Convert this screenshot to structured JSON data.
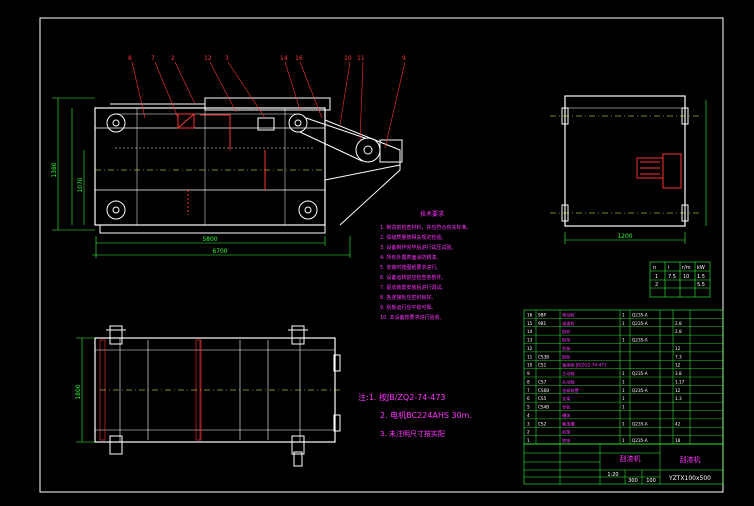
{
  "colors": {
    "background": "#000000",
    "frame": "#ffffff",
    "outline": "#ffffff",
    "dimension": "#33ff33",
    "centerline": "#ffff33",
    "leader": "#ff3333",
    "notes": "#ff33ff",
    "motor": "#ff3333",
    "table_grid": "#33ff33"
  },
  "balloons": [
    "8",
    "7",
    "2",
    "12",
    "3",
    "14",
    "16",
    "10",
    "11",
    "9"
  ],
  "front_view_dims": {
    "height_total": "1380",
    "height_inner": "1070",
    "length_inner": "5800",
    "length_total": "6700"
  },
  "side_view_dims": {
    "width": "1200"
  },
  "plan_view_dims": {
    "width": "1800"
  },
  "tech_notes": {
    "title": "技术要求",
    "lines": [
      "1. 制造前检查材料，并应符合有关标准。",
      "2. 焊缝质量按相关规定检验。",
      "3. 设备制作完毕后进行试压试验。",
      "4. 所有外露表面涂防锈漆。",
      "5. 安装时按图纸要求进行。",
      "6. 设备运转前应检查各部件。",
      "7. 驱动装置安装后进行调试。",
      "8. 各连接处应密封良好。",
      "9. 刮板运行应平稳可靠。",
      "10. 本设备按要求进行验收。"
    ]
  },
  "plan_notes": {
    "lines": [
      "注:1. 按JB/ZQ2-74-473",
      "2. 电机BC224AHS 30m.",
      "3. 未注明尺寸按实配"
    ]
  },
  "small_table": {
    "rows": [
      [
        "n",
        "i",
        "r/m",
        "kW"
      ],
      [
        "1",
        "7.5",
        "10",
        "1.5"
      ],
      [
        "2",
        "",
        "",
        "5.5"
      ]
    ]
  },
  "bom": {
    "rows": [
      [
        "16",
        "9BP",
        "电动机",
        "1",
        "Q235-A",
        "",
        ""
      ],
      [
        "15",
        "9B1",
        "减速机",
        "1",
        "Q235-A",
        "",
        "2.8"
      ],
      [
        "14",
        "",
        "链轮",
        "",
        "",
        "",
        "2.8"
      ],
      [
        "13",
        "",
        "链条",
        "1",
        "Q235-A",
        "",
        ""
      ],
      [
        "12",
        "",
        "刮板",
        "",
        "",
        "",
        "12"
      ],
      [
        "11",
        "CS3B",
        "链轮",
        "",
        "",
        "",
        "7.3"
      ],
      [
        "10",
        "CS1",
        "轴承座 JB/ZQ2-74-473",
        "",
        "",
        "",
        "12"
      ],
      [
        "9",
        "",
        "主动轴",
        "1",
        "Q235-A",
        "",
        "3.8"
      ],
      [
        "8",
        "CS7",
        "从动轴",
        "1",
        "",
        "",
        "1.17"
      ],
      [
        "7",
        "CS6B",
        "张紧装置",
        "1",
        "Q235-A",
        "",
        "12"
      ],
      [
        "6",
        "CS5",
        "支架",
        "1",
        "",
        "",
        "1.3"
      ],
      [
        "5",
        "CS4B",
        "导轨",
        "1",
        "",
        "",
        ""
      ],
      [
        "4",
        "",
        "槽体",
        "",
        "",
        "",
        ""
      ],
      [
        "3",
        "CS2",
        "集渣槽",
        "1",
        "Q235-A",
        "",
        "42"
      ],
      [
        "2",
        "",
        "机架",
        "",
        "",
        "",
        ""
      ],
      [
        "1",
        "",
        "底座",
        "1",
        "Q235-A",
        "",
        "18"
      ]
    ]
  },
  "title_block": {
    "name": "刮渣机",
    "model": "YZTX100x500",
    "scale": "1:20",
    "sheet": "300",
    "qty": "100"
  }
}
